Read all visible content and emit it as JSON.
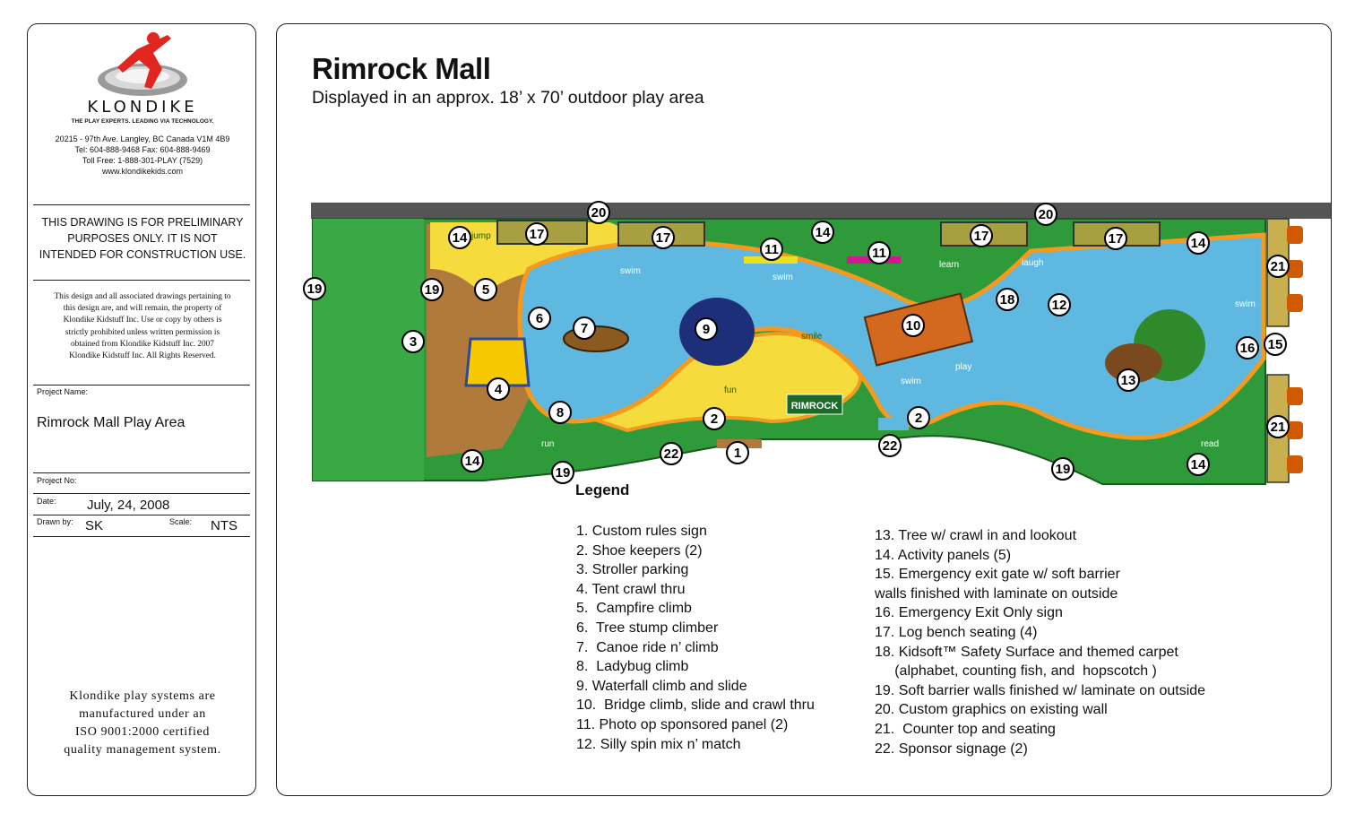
{
  "colors": {
    "grass": "#2e9a3a",
    "sand": "#f5dc3c",
    "water": "#5fb8e0",
    "orange_edge": "#f59a1e",
    "dirt": "#b07a3c",
    "wall": "#555555",
    "brand_red": "#e0261e"
  },
  "company": {
    "name": "KLONDIKE",
    "tagline": "THE PLAY EXPERTS. LEADING VIA TECHNOLOGY.",
    "address_lines": [
      "20215 - 97th Ave. Langley, BC Canada  V1M 4B9",
      "Tel: 604-888-9468  Fax: 604-888-9469",
      "Toll Free: 1-888-301-PLAY (7529)",
      "www.klondikekids.com"
    ],
    "logo_icon": "running-figure-logo"
  },
  "notice": {
    "lines": [
      "THIS DRAWING IS FOR PRELIMINARY",
      "PURPOSES ONLY.  IT IS NOT",
      "INTENDED FOR CONSTRUCTION USE."
    ]
  },
  "copyright_lines": [
    "This design and all associated drawings pertaining to",
    "this design are, and will remain, the property of",
    "Klondike Kidstuff Inc.  Use or copy by others is",
    "strictly prohibited unless written permission is",
    "obtained from Klondike Kidstuff Inc.  2007",
    "Klondike Kidstuff Inc.  All Rights Reserved."
  ],
  "title_block": {
    "project_name_label": "Project Name:",
    "project_name": "Rimrock Mall Play Area",
    "project_no_label": "Project No:",
    "date_label": "Date:",
    "date": "July, 24, 2008",
    "drawn_by_label": "Drawn by:",
    "drawn_by": "SK",
    "scale_label": "Scale:",
    "scale": "NTS"
  },
  "iso_lines": [
    "Klondike play systems are",
    "manufactured under an",
    "ISO 9001:2000 certified",
    "quality management system."
  ],
  "drawing": {
    "title": "Rimrock Mall",
    "subtitle": "Displayed in an approx. 18’ x 70’ outdoor play area",
    "sign_text": "RIMROCK",
    "floor_words": [
      "swim",
      "swim",
      "swim",
      "smile",
      "fun",
      "run",
      "learn",
      "laugh",
      "play",
      "swim",
      "read",
      "jump"
    ]
  },
  "legend": {
    "title": "Legend",
    "column_1": [
      "1. Custom rules sign",
      "2. Shoe keepers (2)",
      "3. Stroller parking",
      "4. Tent crawl thru",
      "5.  Campfire climb",
      "6.  Tree stump climber",
      "7.  Canoe ride n’ climb",
      "8.  Ladybug climb",
      "9. Waterfall climb and slide",
      "10.  Bridge climb, slide and crawl thru",
      "11. Photo op sponsored panel (2)",
      "12. Silly spin mix n’ match"
    ],
    "column_2": [
      "13. Tree w/ crawl in and lookout",
      "14. Activity panels (5)",
      "15. Emergency exit gate w/ soft barrier",
      "walls finished with laminate on outside",
      "16. Emergency Exit Only sign",
      "17. Log bench seating (4)",
      "18. Kidsoft™ Safety Surface and themed carpet",
      "     (alphabet, counting fish, and  hopscotch )",
      "19. Soft barrier walls finished w/ laminate on outside",
      "20. Custom graphics on existing wall",
      "21.  Counter top and seating",
      "22. Sponsor signage (2)"
    ]
  },
  "markers": [
    "1",
    "2",
    "2",
    "3",
    "4",
    "5",
    "6",
    "7",
    "8",
    "9",
    "10",
    "11",
    "11",
    "12",
    "13",
    "14",
    "14",
    "14",
    "14",
    "14",
    "15",
    "16",
    "17",
    "17",
    "17",
    "17",
    "18",
    "19",
    "19",
    "19",
    "19",
    "20",
    "20",
    "21",
    "21",
    "22",
    "22"
  ]
}
